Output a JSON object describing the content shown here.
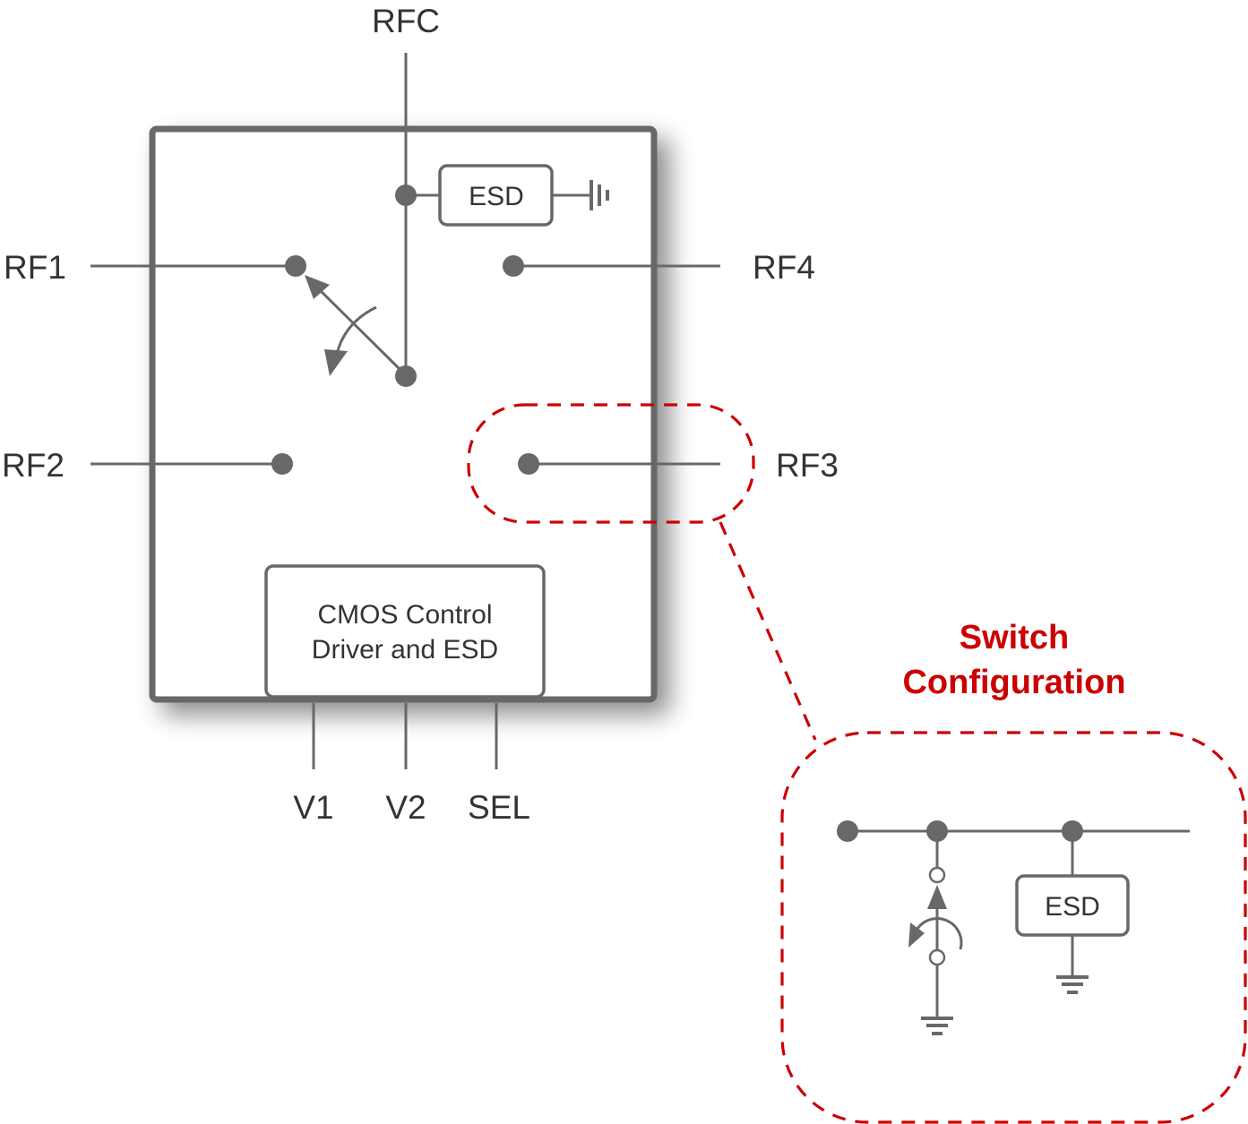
{
  "diagram": {
    "pins": {
      "rfc": "RFC",
      "rf1": "RF1",
      "rf2": "RF2",
      "rf3": "RF3",
      "rf4": "RF4",
      "v1": "V1",
      "v2": "V2",
      "sel": "SEL"
    },
    "blocks": {
      "esd_top": "ESD",
      "cmos_line1": "CMOS Control",
      "cmos_line2": "Driver and ESD",
      "esd_detail": "ESD"
    },
    "callout": {
      "title_line1": "Switch",
      "title_line2": "Configuration"
    },
    "colors": {
      "line": "#686868",
      "text": "#333333",
      "accent": "#cc0000"
    }
  }
}
